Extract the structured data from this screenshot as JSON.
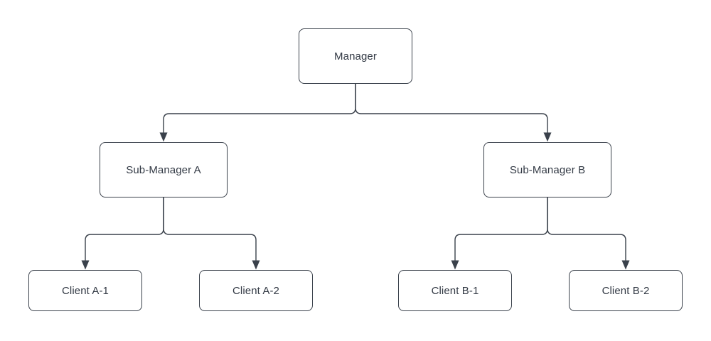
{
  "diagram": {
    "type": "org-chart-tree",
    "colors": {
      "node_fill": "#ffffff",
      "node_border": "#3a414b",
      "edge_stroke": "#3a414b",
      "text": "#333a45",
      "background": "#ffffff"
    },
    "nodes": [
      {
        "id": "manager",
        "label": "Manager",
        "level": 0
      },
      {
        "id": "sub-a",
        "label": "Sub-Manager A",
        "level": 1
      },
      {
        "id": "sub-b",
        "label": "Sub-Manager B",
        "level": 1
      },
      {
        "id": "client-a1",
        "label": "Client A-1",
        "level": 2
      },
      {
        "id": "client-a2",
        "label": "Client A-2",
        "level": 2
      },
      {
        "id": "client-b1",
        "label": "Client B-1",
        "level": 2
      },
      {
        "id": "client-b2",
        "label": "Client B-2",
        "level": 2
      }
    ],
    "edges": [
      {
        "from": "manager",
        "to": "sub-a",
        "arrow": "filled-triangle"
      },
      {
        "from": "manager",
        "to": "sub-b",
        "arrow": "filled-triangle"
      },
      {
        "from": "sub-a",
        "to": "client-a1",
        "arrow": "filled-triangle"
      },
      {
        "from": "sub-a",
        "to": "client-a2",
        "arrow": "filled-triangle"
      },
      {
        "from": "sub-b",
        "to": "client-b1",
        "arrow": "filled-triangle"
      },
      {
        "from": "sub-b",
        "to": "client-b2",
        "arrow": "filled-triangle"
      }
    ]
  }
}
